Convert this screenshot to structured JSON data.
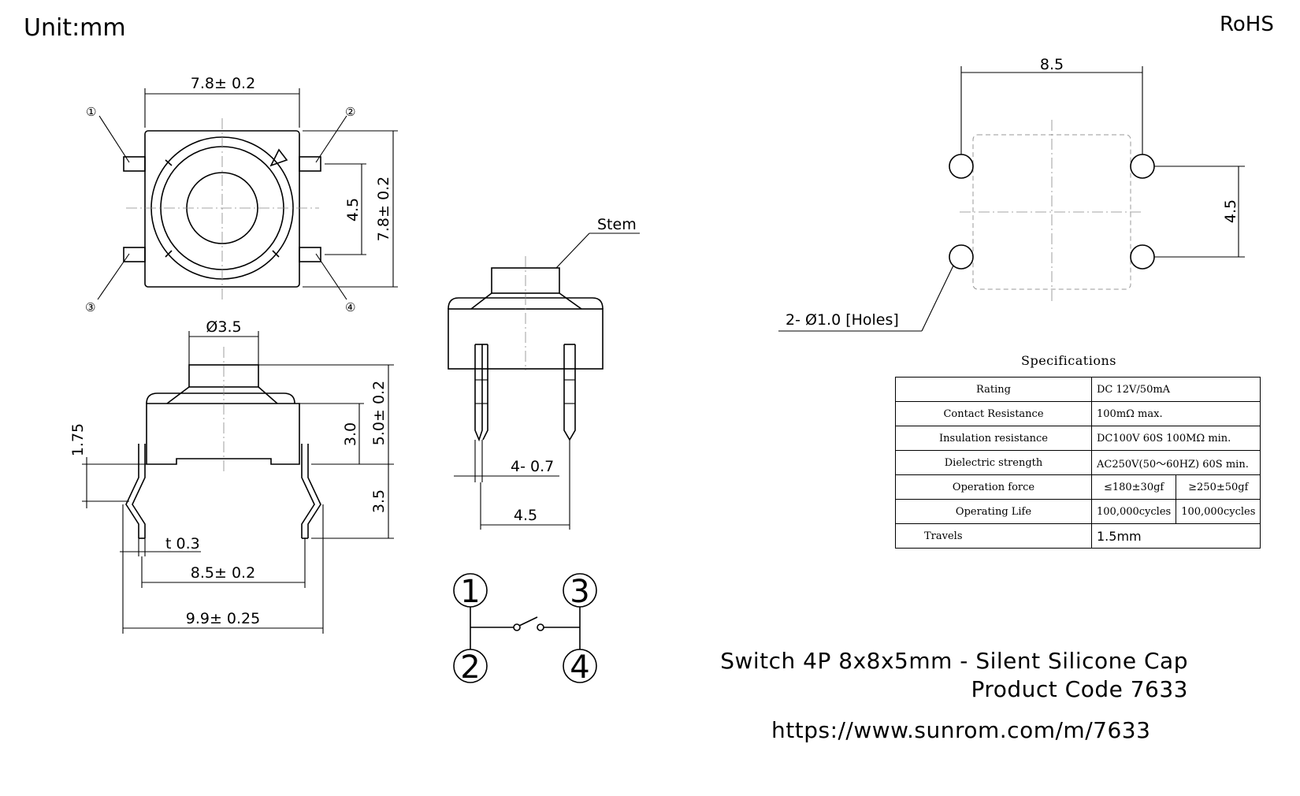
{
  "header": {
    "unit": "Unit:mm",
    "rohs": "RoHS"
  },
  "top_view": {
    "width_dim": "7.8± 0.2",
    "height_dim": "7.8± 0.2",
    "pin_pitch": "4.5",
    "pins": [
      "①",
      "②",
      "③",
      "④"
    ]
  },
  "front_view": {
    "stem_dia": "Ø3.5",
    "total_height": "5.0± 0.2",
    "body_height": "3.0",
    "lead_length": "3.5",
    "lead_offset": "1.75",
    "thickness": "t 0.3",
    "lead_span": "8.5± 0.2",
    "overall_span": "9.9± 0.25"
  },
  "side_view": {
    "stem_label": "Stem",
    "pin_width": "4- 0.7",
    "pin_pitch": "4.5"
  },
  "pcb_layout": {
    "width": "8.5",
    "height": "4.5",
    "holes": "2- Ø1.0 [Holes]"
  },
  "schematic": {
    "terminals": [
      "1",
      "2",
      "3",
      "4"
    ]
  },
  "specifications": {
    "title": "Specifications",
    "rows": [
      {
        "label": "Rating",
        "value": "DC 12V/50mA"
      },
      {
        "label": "Contact Resistance",
        "value": "100mΩ max."
      },
      {
        "label": "Insulation resistance",
        "value": "DC100V 60S  100MΩ min."
      },
      {
        "label": "Dielectric strength",
        "value": "AC250V(50～60HZ) 60S min."
      },
      {
        "label": "Operation force",
        "value_a": "≤180±30gf",
        "value_b": "≥250±50gf"
      },
      {
        "label": "Operating Life",
        "value_a": "100,000cycles",
        "value_b": "100,000cycles"
      },
      {
        "label": "Travels",
        "value": "1.5mm"
      }
    ]
  },
  "footer": {
    "title": "Switch 4P 8x8x5mm - Silent Silicone Cap",
    "code": "Product Code 7633",
    "url": "https://www.sunrom.com/m/7633"
  }
}
